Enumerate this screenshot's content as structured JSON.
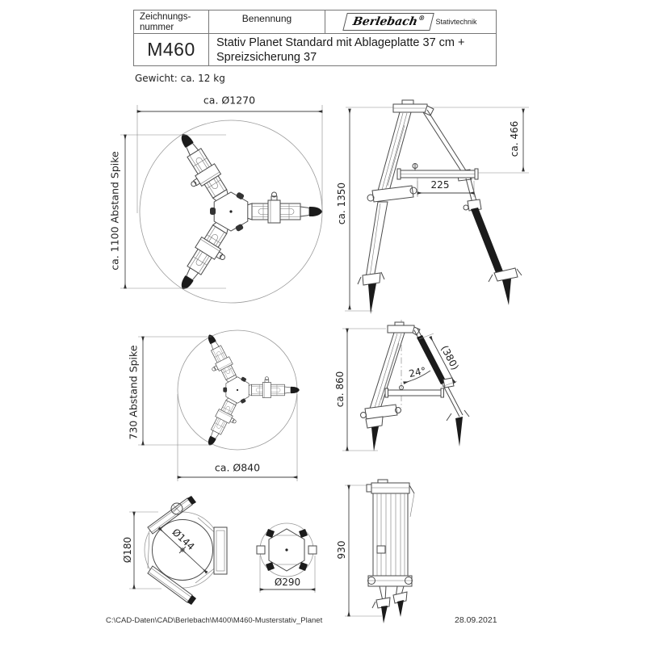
{
  "title_block": {
    "col1_header_line1": "Zeichnungs-",
    "col1_header_line2": "nummer",
    "col2_header": "Benennung",
    "brand_name": "Berlebach",
    "brand_reg": "®",
    "brand_subtitle": "Stativtechnik",
    "drawing_number": "M460",
    "description_line1": "Stativ Planet Standard mit Ablageplatte 37 cm +",
    "description_line2": "Spreizsicherung 37"
  },
  "weight_note": "Gewicht: ca. 12 kg",
  "dims": {
    "top_large_diameter": "ca. Ø1270",
    "top_large_spike": "ca. 1100  Abstand Spike",
    "side_ext_height": "ca. 1350",
    "side_ext_column": "ca. 466",
    "side_ext_tray": "225",
    "top_small_spike": "730  Abstand Spike",
    "top_small_diameter": "ca. Ø840",
    "side_ret_height": "ca. 860",
    "side_ret_section": "(380)",
    "side_ret_angle": "24°",
    "plate_outer": "Ø180",
    "plate_inner": "Ø144",
    "folded_top_diameter": "Ø290",
    "folded_height": "930"
  },
  "footer": {
    "file_path": "C:\\CAD-Daten\\CAD\\Berlebach\\M400\\M460-Musterstativ_Planet",
    "date": "28.09.2021"
  }
}
